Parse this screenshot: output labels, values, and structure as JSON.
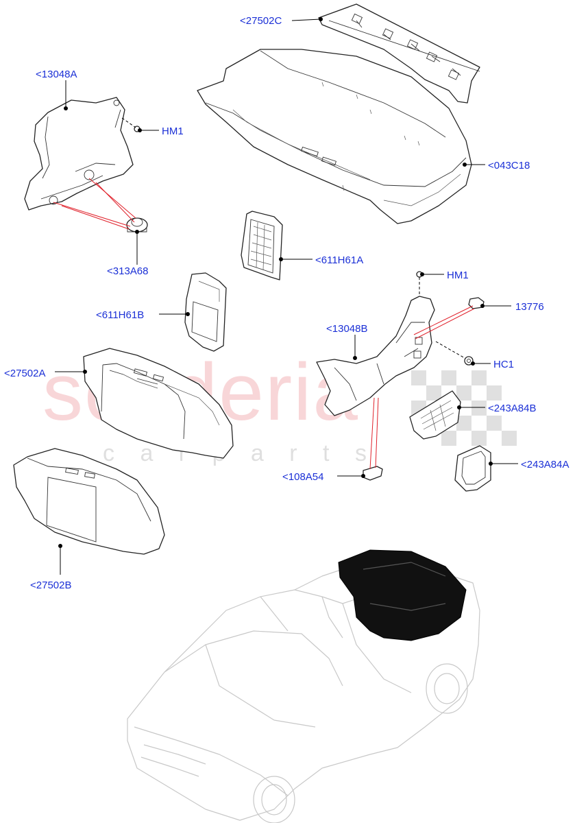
{
  "watermark": {
    "title": "scuderia",
    "subtitle": "c a r   p a r t s",
    "color": "#f2b8bc"
  },
  "colors": {
    "label": "#1a2fd6",
    "leader": "#000000",
    "highlight": "#e0202a"
  },
  "labels": {
    "p27502C": "<27502C",
    "p13048A": "<13048A",
    "hm1_top": "HM1",
    "p043C18": "<043C18",
    "p611H61A": "<611H61A",
    "p313A68": "<313A68",
    "hm1_right": "HM1",
    "p611H61B": "<611H61B",
    "p13776": "13776",
    "p13048B": "<13048B",
    "hc1": "HC1",
    "p27502A": "<27502A",
    "p243A84B": "<243A84B",
    "p243A84A": "<243A84A",
    "p108A54": "<108A54",
    "p27502B": "<27502B"
  }
}
